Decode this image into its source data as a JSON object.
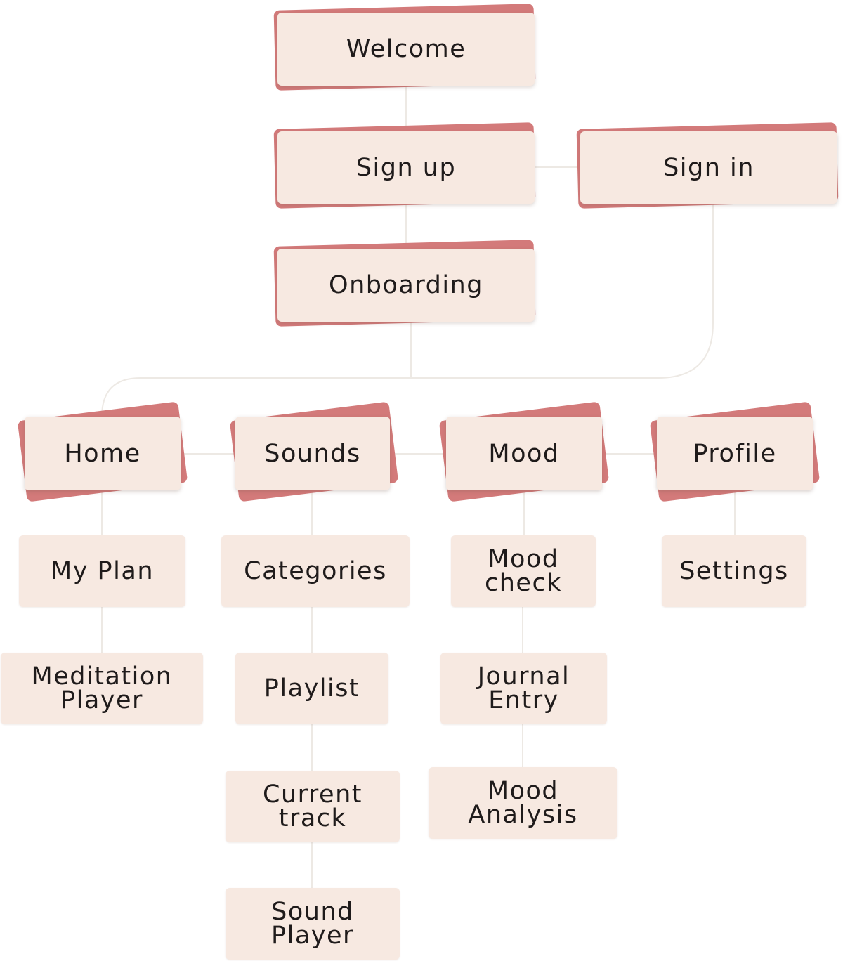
{
  "diagram": {
    "colors": {
      "card_fill": "#f7e9e1",
      "card_accent": "#d37a7a",
      "connector": "#ede9e4",
      "text": "#1f1b1b"
    },
    "nodes": {
      "welcome": "Welcome",
      "sign_up": "Sign up",
      "sign_in": "Sign in",
      "onboarding": "Onboarding",
      "home": "Home",
      "sounds": "Sounds",
      "mood": "Mood",
      "profile": "Profile",
      "my_plan": "My Plan",
      "meditation_player": "Meditation\nPlayer",
      "categories": "Categories",
      "playlist": "Playlist",
      "current_track": "Current\ntrack",
      "sound_player": "Sound\nPlayer",
      "mood_check": "Mood\ncheck",
      "journal_entry": "Journal\nEntry",
      "mood_analysis": "Mood\nAnalysis",
      "settings": "Settings"
    }
  }
}
